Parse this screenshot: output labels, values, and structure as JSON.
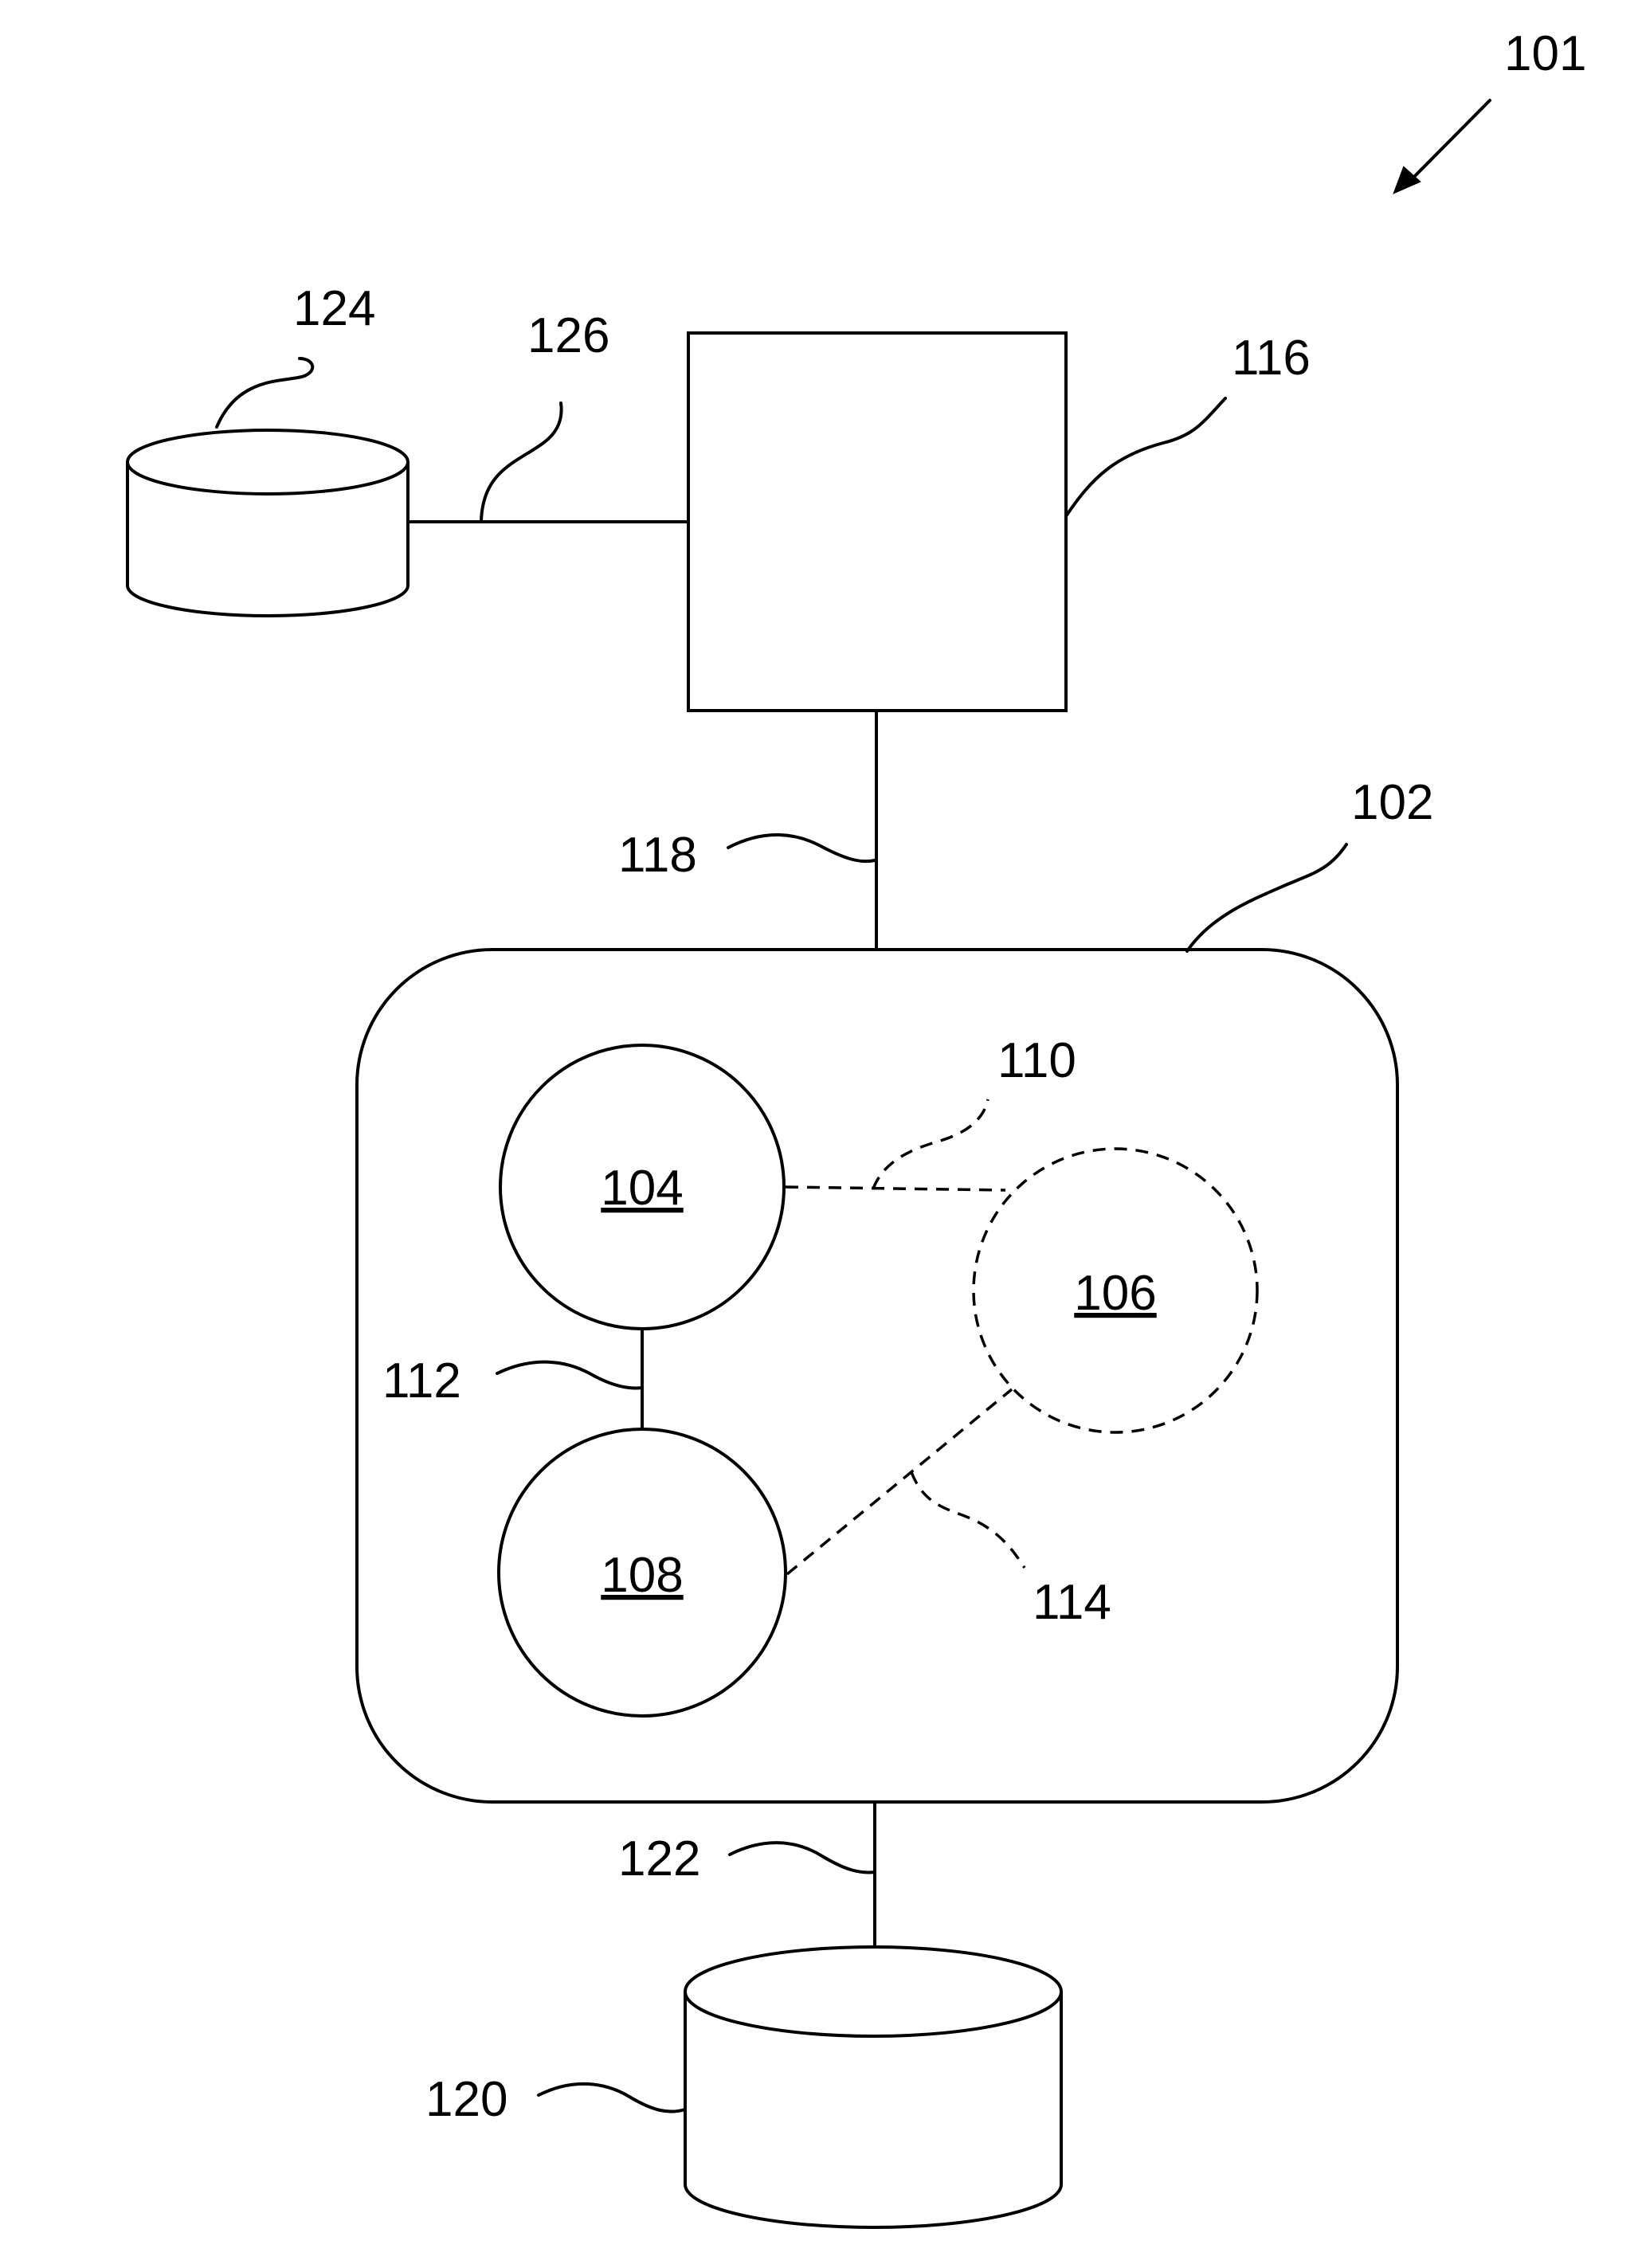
{
  "figure": {
    "labels": {
      "ref_101": "101",
      "ref_124": "124",
      "ref_126": "126",
      "ref_116": "116",
      "ref_118": "118",
      "ref_102": "102",
      "ref_110": "110",
      "ref_104": "104",
      "ref_106": "106",
      "ref_112": "112",
      "ref_108": "108",
      "ref_114": "114",
      "ref_122": "122",
      "ref_120": "120"
    }
  }
}
